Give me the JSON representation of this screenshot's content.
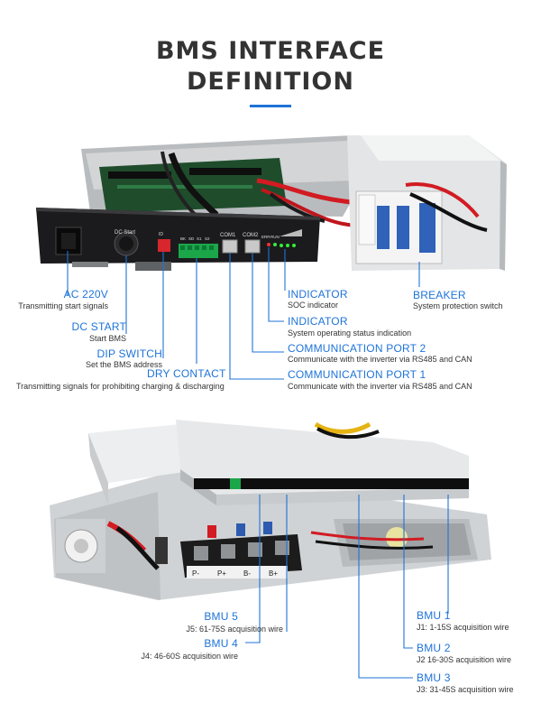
{
  "title": {
    "line1": "BMS INTERFACE",
    "line2": "DEFINITION"
  },
  "accent_color": "#1e73d8",
  "top_photo": {
    "panel_labels": [
      "DC Start",
      "COM1",
      "COM2",
      "ERR",
      "RUN",
      "ID",
      "BK",
      "SD",
      "S1",
      "S2"
    ],
    "callouts": [
      {
        "label": "AC 220V",
        "desc": "Transmitting start signals"
      },
      {
        "label": "DC START",
        "desc": "Start BMS"
      },
      {
        "label": "DIP SWITCH",
        "desc": "Set the BMS address"
      },
      {
        "label": "DRY CONTACT",
        "desc": "Transmitting signals for prohibiting charging & discharging"
      },
      {
        "label": "INDICATOR",
        "desc": "SOC indicator"
      },
      {
        "label": "INDICATOR",
        "desc": "System operating status indication"
      },
      {
        "label": "COMMUNICATION PORT 2",
        "desc": "Communicate with the inverter via RS485 and CAN"
      },
      {
        "label": "COMMUNICATION PORT 1",
        "desc": "Communicate with the inverter via RS485 and CAN"
      },
      {
        "label": "BREAKER",
        "desc": "System protection switch"
      }
    ]
  },
  "bottom_photo": {
    "terminal_labels": [
      "P-",
      "P+",
      "B-",
      "B+"
    ],
    "callouts": [
      {
        "label": "BMU 5",
        "desc": "J5: 61-75S acquisition wire"
      },
      {
        "label": "BMU 4",
        "desc": "J4: 46-60S acquisition wire"
      },
      {
        "label": "BMU 1",
        "desc": "J1: 1-15S acquisition wire"
      },
      {
        "label": "BMU 2",
        "desc": "J2 16-30S acquisition wire"
      },
      {
        "label": "BMU 3",
        "desc": "J3: 31-45S acquisition wire"
      }
    ]
  }
}
